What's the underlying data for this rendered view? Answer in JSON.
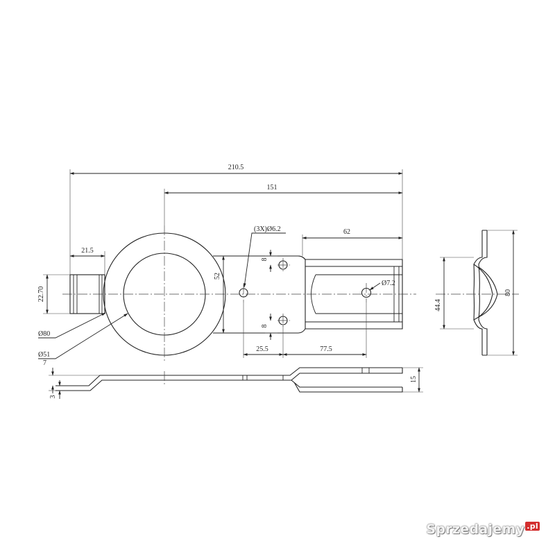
{
  "drawing": {
    "dims": {
      "overall_length": "210.5",
      "center_to_end": "151",
      "slot_length": "62",
      "hole_callout": "(3X)Ø6.2",
      "neck_length": "21.5",
      "neck_height": "22.70",
      "ring_outer": "Ø80",
      "ring_inner": "Ø51",
      "plate_height": "52",
      "hole_offset_top": "8",
      "hole_offset_bottom": "8",
      "hole_spacing_a": "25.5",
      "hole_spacing_b": "77.5",
      "slot_hole": "Ø7.2",
      "side_height": "80",
      "side_inner": "44.4",
      "bend_offset": "7",
      "thickness": "3",
      "end_height": "15"
    }
  },
  "watermark": {
    "text": "Sprzedajemy",
    "suffix": ".pl"
  }
}
